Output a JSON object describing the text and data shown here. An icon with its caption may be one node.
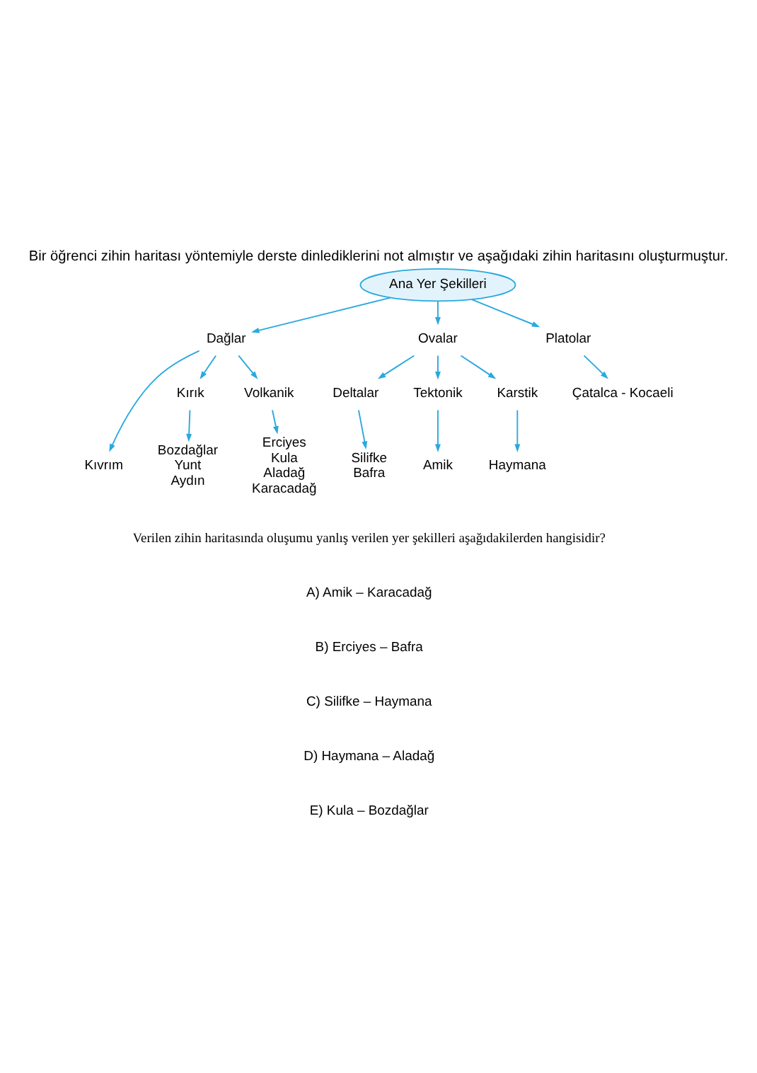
{
  "diagram": {
    "title": "Bir öğrenci zihin haritası yöntemiyle derste dinlediklerini not almıştır ve aşağıdaki zihin haritasını oluşturmuştur.",
    "nodes": [
      {
        "text": [
          "Ana Yer Şekilleri"
        ]
      },
      {
        "text": [
          "Dağlar"
        ]
      },
      {
        "text": [
          "Kıvrım"
        ]
      },
      {
        "text": [
          "Kırık"
        ]
      },
      {
        "text": [
          "Bozdağlar",
          "Yunt",
          "Aydın"
        ]
      },
      {
        "text": [
          "Volkanik"
        ]
      },
      {
        "text": [
          "Erciyes",
          "Kula",
          "Aladağ",
          "Karacadağ"
        ]
      },
      {
        "text": [
          "Ovalar"
        ]
      },
      {
        "text": [
          "Deltalar"
        ]
      },
      {
        "text": [
          "Silifke",
          "Bafra"
        ]
      },
      {
        "text": [
          "Tektonik"
        ]
      },
      {
        "text": [
          "Amik"
        ]
      },
      {
        "text": [
          "Karstik"
        ]
      },
      {
        "text": [
          "Haymana"
        ]
      },
      {
        "text": [
          "Platolar"
        ]
      },
      {
        "text": [
          "Çatalca - Kocaeli"
        ]
      }
    ],
    "edges": [
      {
        "from": 0,
        "to": 1,
        "arrow": "to"
      },
      {
        "from": 1,
        "to": 2,
        "arrow": "to"
      },
      {
        "from": 1,
        "to": 3,
        "arrow": "to"
      },
      {
        "from": 3,
        "to": 4,
        "arrow": "to"
      },
      {
        "from": 1,
        "to": 5,
        "arrow": "to"
      },
      {
        "from": 5,
        "to": 6,
        "arrow": "to"
      },
      {
        "from": 0,
        "to": 7,
        "arrow": "to"
      },
      {
        "from": 7,
        "to": 8,
        "arrow": "to"
      },
      {
        "from": 8,
        "to": 9,
        "arrow": "to"
      },
      {
        "from": 7,
        "to": 10,
        "arrow": "to"
      },
      {
        "from": 10,
        "to": 11,
        "arrow": "to"
      },
      {
        "from": 7,
        "to": 12,
        "arrow": "to"
      },
      {
        "from": 12,
        "to": 13,
        "arrow": "to"
      },
      {
        "from": 0,
        "to": 14,
        "arrow": "to"
      },
      {
        "from": 14,
        "to": 15,
        "arrow": "to"
      }
    ],
    "labels": [
      "Verilen zihin haritasında oluşumu yanlış verilen yer şekilleri aşağıdakilerden hangisidir?",
      "A) Amik – Karacadağ",
      "B) Erciyes – Bafra",
      "C) Silifke – Haymana",
      "D) Haymana – Aladağ",
      "E) Kula – Bozdağlar"
    ]
  }
}
